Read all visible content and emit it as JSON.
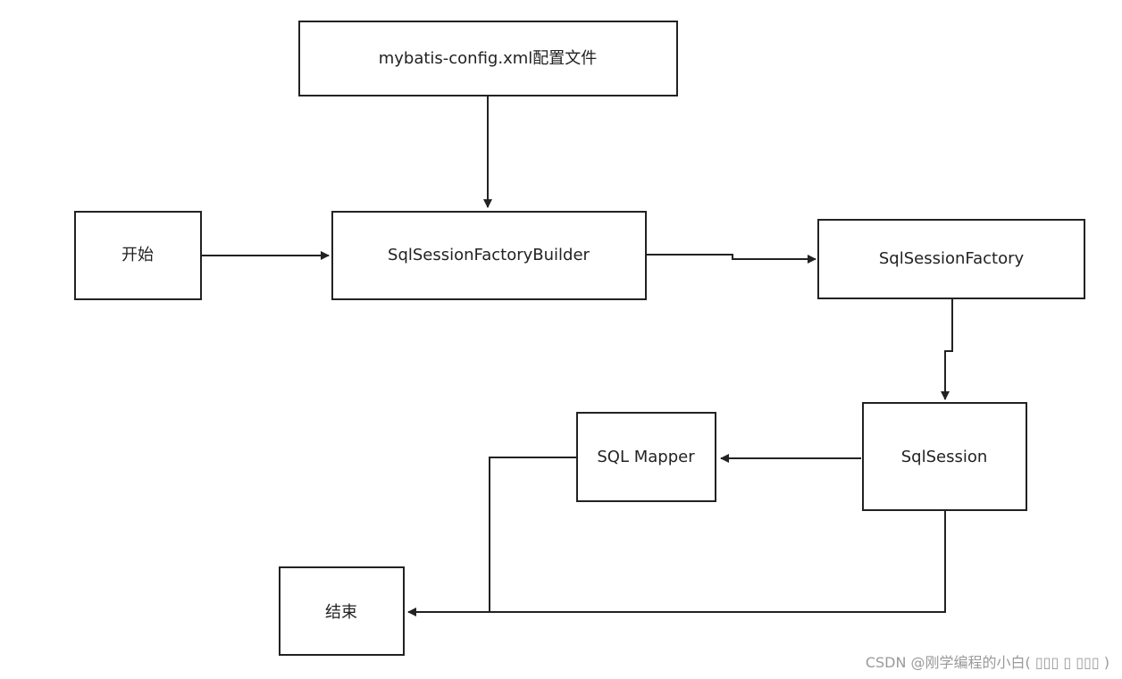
{
  "nodes": {
    "config": {
      "label": "mybatis-config.xml配置文件"
    },
    "start": {
      "label": "开始"
    },
    "builder": {
      "label": "SqlSessionFactoryBuilder"
    },
    "factory": {
      "label": "SqlSessionFactory"
    },
    "session": {
      "label": "SqlSession"
    },
    "mapper": {
      "label": "SQL Mapper"
    },
    "end": {
      "label": "结束"
    }
  },
  "edges": [
    {
      "from": "config",
      "to": "builder"
    },
    {
      "from": "start",
      "to": "builder"
    },
    {
      "from": "builder",
      "to": "factory"
    },
    {
      "from": "factory",
      "to": "session"
    },
    {
      "from": "session",
      "to": "mapper"
    },
    {
      "from": "mapper",
      "to": "end"
    },
    {
      "from": "session",
      "to": "end"
    }
  ],
  "watermark": "CSDN @刚学编程的小白( ▯▯▯ ▯ ▯▯▯ )"
}
